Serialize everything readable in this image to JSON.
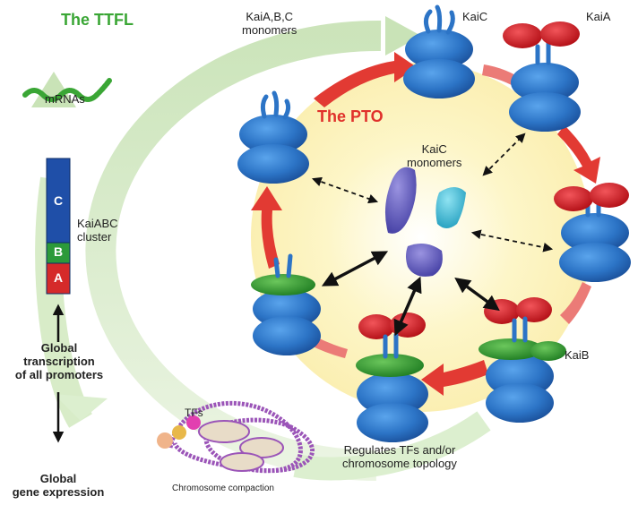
{
  "colors": {
    "ttfl_label": "#3aa635",
    "pto_label": "#e0302b",
    "ttfl_arrow": "#cfe6bf",
    "pto_arrow": "#e23a33",
    "kaic_blue": "#2c74c6",
    "kaia_red": "#d8141c",
    "kaib_green": "#2fa02f",
    "core_glow": "#fdf6c8",
    "gene_c": "#1f4fa8",
    "gene_b": "#2c9a3a",
    "gene_a": "#d52a2a",
    "chromosome": "#9b55b8"
  },
  "labels": {
    "ttfl": "The TTFL",
    "pto": "The PTO",
    "kai_monomers_top": "KaiA,B,C\nmonomers",
    "kaic": "KaiC",
    "kaia": "KaiA",
    "kaib": "KaiB",
    "kaic_monomers_center": "KaiC\nmonomers",
    "mrnas": "mRNAs",
    "cluster": "KaiABC\ncluster",
    "gene_c": "C",
    "gene_b": "B",
    "gene_a": "A",
    "global_transcription": "Global\ntranscription\nof all promoters",
    "global_expression": "Global\ngene expression",
    "tfs": "TFs",
    "chromosome_compaction": "Chromosome compaction",
    "regulates": "Regulates TFs and/or\nchromosome topology"
  }
}
